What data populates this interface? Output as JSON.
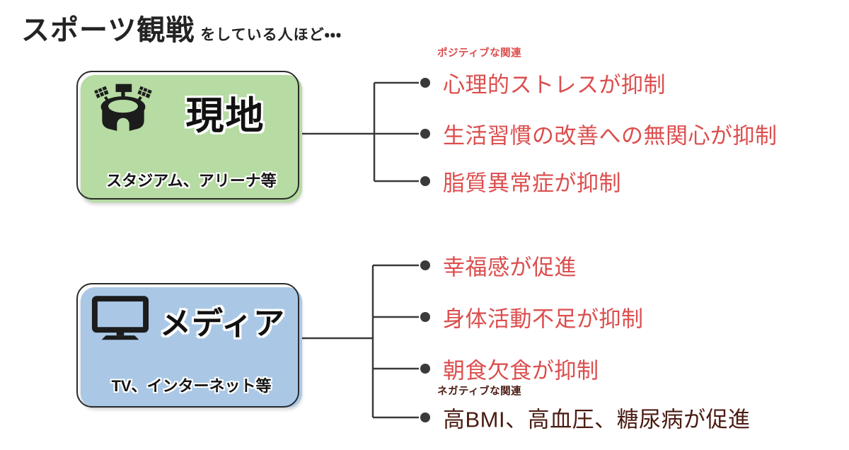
{
  "title": {
    "main": "スポーツ観戦",
    "suffix": "をしている人ほど・・・"
  },
  "groups": [
    {
      "id": "live",
      "label": "現地",
      "sublabel": "スタジアム、アリーナ等",
      "icon": "stadium-icon",
      "box_color": "#b6dba3",
      "items": [
        {
          "tag": "ポジティブな関連",
          "text": "心理的ストレスが抑制",
          "tone": "positive"
        },
        {
          "text": "生活習慣の改善への無関心が抑制",
          "tone": "positive"
        },
        {
          "text": "脂質異常症が抑制",
          "tone": "positive"
        }
      ]
    },
    {
      "id": "media",
      "label": "メディア",
      "sublabel": "TV、インターネット等",
      "icon": "tv-icon",
      "box_color": "#aac8e6",
      "items": [
        {
          "text": "幸福感が促進",
          "tone": "positive"
        },
        {
          "text": "身体活動不足が抑制",
          "tone": "positive"
        },
        {
          "text": "朝食欠食が抑制",
          "tone": "positive"
        },
        {
          "tag": "ネガティブな関連",
          "text": "高BMI、高血圧、糖尿病が促進",
          "tone": "negative"
        }
      ]
    }
  ],
  "colors": {
    "positive_text": "#dc4e4e",
    "negative_text": "#4a1b12",
    "line": "#3a3a3a",
    "live_box": "#b6dba3",
    "media_box": "#aac8e6",
    "outline": "#2b2b2b",
    "title": "#232323"
  }
}
